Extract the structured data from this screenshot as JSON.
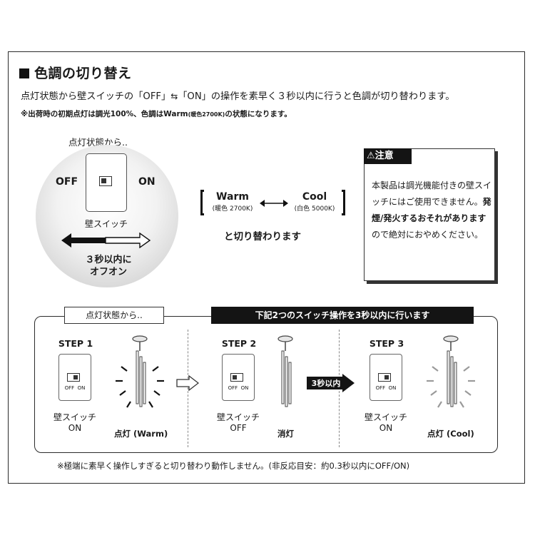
{
  "title": "色調の切り替え",
  "lead": {
    "before": "点灯状態から壁スイッチの",
    "off": "「OFF」",
    "arrows": "⇆",
    "on": "「ON」",
    "after": "の操作を素早く３秒以内に行うと色調が切り替わります。"
  },
  "note": {
    "a": "※出荷時の初期点灯は調光100%、色調はWarm",
    "small": "(暖色2700K)",
    "b": "の状態になります。"
  },
  "diagram": {
    "lit_from": "点灯状態から..",
    "off": "OFF",
    "on": "ON",
    "switch_label": "壁スイッチ",
    "line1": "３秒以内に",
    "line2": "オフオン"
  },
  "tone": {
    "warm": {
      "name": "Warm",
      "sub": "(暖色 2700K)"
    },
    "cool": {
      "name": "Cool",
      "sub": "(白色 5000K)"
    },
    "caption": "と切り替わります"
  },
  "caution": {
    "heading": "注意",
    "p1": "本製品は調光機能付きの壁スイッチにはご使用できません。",
    "bold": "発煙/発火するおそれがあります",
    "p2": "ので絶対におやめください。"
  },
  "steps": {
    "tag_left": "点灯状態から..",
    "tag_right": "下記2つのスイッチ操作を3秒以内に行います",
    "arrow_label": "3秒以内",
    "items": [
      {
        "title": "STEP 1",
        "switch": "壁スイッチ",
        "state": "ON",
        "lamp": "点灯 (Warm)",
        "off": "OFF",
        "on": "ON"
      },
      {
        "title": "STEP 2",
        "switch": "壁スイッチ",
        "state": "OFF",
        "lamp": "消灯",
        "off": "OFF",
        "on": "ON"
      },
      {
        "title": "STEP 3",
        "switch": "壁スイッチ",
        "state": "ON",
        "lamp": "点灯 (Cool)",
        "off": "OFF",
        "on": "ON"
      }
    ]
  },
  "footnote": "※極端に素早く操作しすぎると切り替わり動作しません。(非反応目安：約0.3秒以内にOFF/ON)"
}
